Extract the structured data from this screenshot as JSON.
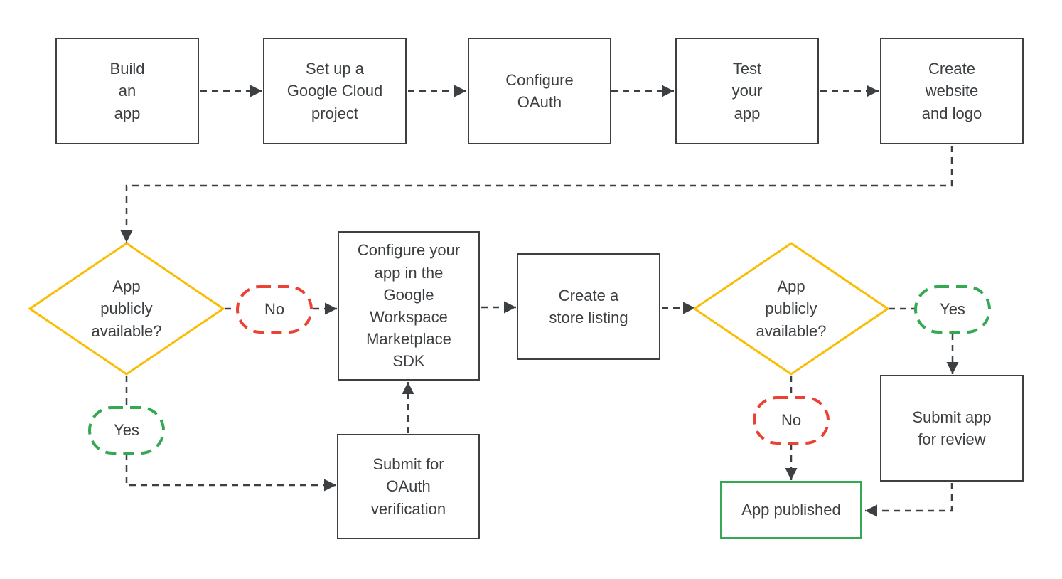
{
  "colors": {
    "line": "#3c4043",
    "text": "#3c4043",
    "yellow": "#FBBC04",
    "red": "#EA4335",
    "green": "#34A853",
    "bg": "#ffffff"
  },
  "flow": {
    "step_build_app": {
      "label": "Build\nan\napp"
    },
    "step_cloud_project": {
      "label": "Set up a\nGoogle Cloud\nproject"
    },
    "step_configure_oauth": {
      "label": "Configure\nOAuth"
    },
    "step_test_app": {
      "label": "Test\nyour\napp"
    },
    "step_website_logo": {
      "label": "Create\nwebsite\nand logo"
    },
    "decision_public_1": {
      "label": "App\npublicly\navailable?"
    },
    "branch_no_1": {
      "label": "No"
    },
    "branch_yes_1": {
      "label": "Yes"
    },
    "step_marketplace_sdk": {
      "label": "Configure your\napp in the\nGoogle\nWorkspace\nMarketplace\nSDK"
    },
    "step_store_listing": {
      "label": "Create a\nstore listing"
    },
    "decision_public_2": {
      "label": "App\npublicly\navailable?"
    },
    "branch_yes_2": {
      "label": "Yes"
    },
    "branch_no_2": {
      "label": "No"
    },
    "step_submit_review": {
      "label": "Submit app\nfor review"
    },
    "step_submit_oauth": {
      "label": "Submit for\nOAuth\nverification"
    },
    "end_app_published": {
      "label": "App published"
    }
  }
}
